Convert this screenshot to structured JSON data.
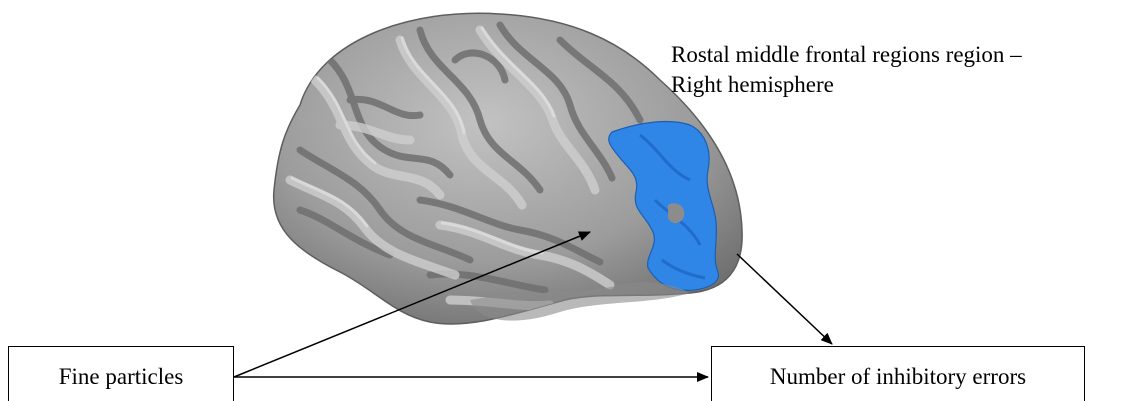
{
  "region_label": {
    "line1": "Rostal middle frontal regions region –",
    "line2": "Right hemisphere"
  },
  "nodes": {
    "exposure": "Fine particles",
    "outcome": "Number of inhibitory errors"
  },
  "colors": {
    "cortex_base": "#8f8f8f",
    "cortex_light": "#b4b4b4",
    "cortex_dark": "#6e6e6e",
    "highlighted_region": "#2f86e6",
    "arrows": "#000000"
  },
  "icons": {
    "brain": "cortical-surface-render"
  }
}
